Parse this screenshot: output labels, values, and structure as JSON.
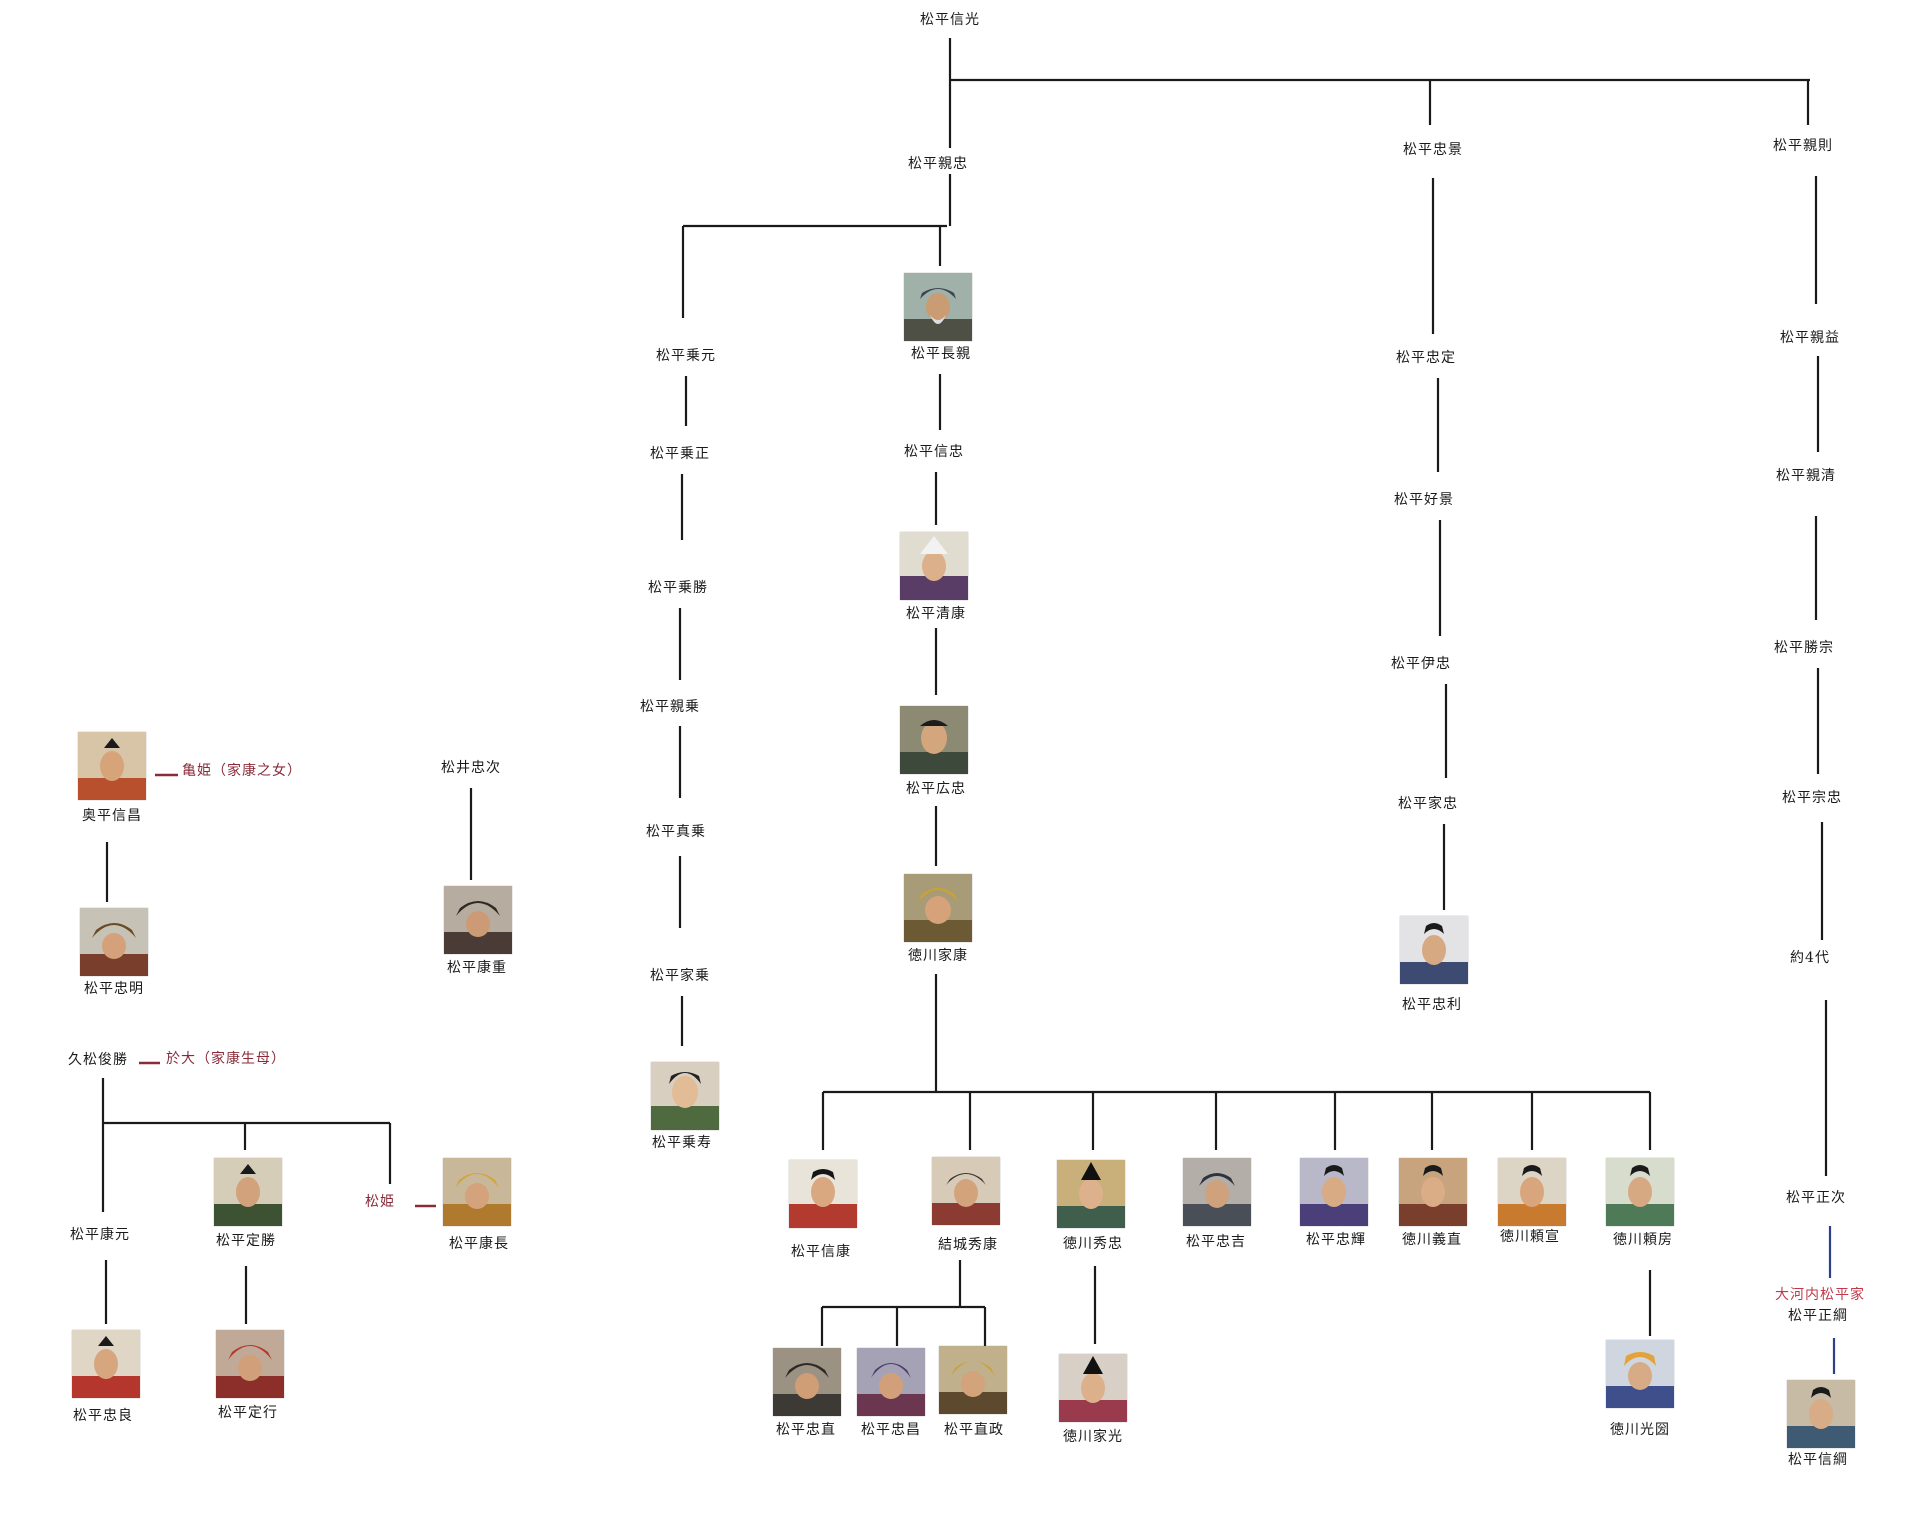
{
  "colors": {
    "line": "#1a1a1a",
    "spouse_text": "#8a2b3a",
    "house_text": "#c0394b",
    "lineage_blue": "#2b3f8c"
  },
  "persons": {
    "nobumitsu": "松平信光",
    "chikatada": "松平親忠",
    "tadakage": "松平忠景",
    "chikanori": "松平親則",
    "norimoto": "松平乗元",
    "nagachika": "松平長親",
    "tadasada": "松平忠定",
    "chikamasu": "松平親益",
    "norimasa": "松平乗正",
    "nobutada": "松平信忠",
    "yoshikage": "松平好景",
    "chikakiyo": "松平親清",
    "norikatsu": "松平乗勝",
    "kiyoyasu": "松平清康",
    "koretada": "松平伊忠",
    "katsumune": "松平勝宗",
    "chikanori2": "松平親乗",
    "hirotada": "松平広忠",
    "ietada": "松平家忠",
    "munetada": "松平宗忠",
    "sananori": "松平真乗",
    "ieyasu": "徳川家康",
    "tadatoshi": "松平忠利",
    "yaku4dai": "約4代",
    "ienori": "松平家乗",
    "norihisa": "松平乗寿",
    "nobuyasu": "松平信康",
    "hideyasu": "結城秀康",
    "hidetada": "徳川秀忠",
    "tadayoshi": "松平忠吉",
    "tadateru": "松平忠輝",
    "yoshinao": "徳川義直",
    "yorinobu": "徳川頼宣",
    "yorifusa": "徳川頼房",
    "masatsuna_father": "松平正次",
    "okochi_house": "大河内松平家",
    "masatsuna": "松平正綱",
    "tadanao": "松平忠直",
    "tadamasa": "松平忠昌",
    "naomasa": "松平直政",
    "iemitsu": "徳川家光",
    "mitsukuni": "徳川光圀",
    "nobutsuna": "松平信綱",
    "okudaira_nobumasa": "奥平信昌",
    "kamehime": "亀姫（家康之女）",
    "tadaakira": "松平忠明",
    "matsui_tadatsugu": "松井忠次",
    "yasushige": "松平康重",
    "hisamatsu_toshikatsu": "久松俊勝",
    "odai": "於大（家康生母）",
    "yasumoto": "松平康元",
    "sadakatsu": "松平定勝",
    "matsuhime": "松姫",
    "yasunaga": "松平康長",
    "tadayoshi2": "松平忠良",
    "sadayuki": "松平定行"
  }
}
